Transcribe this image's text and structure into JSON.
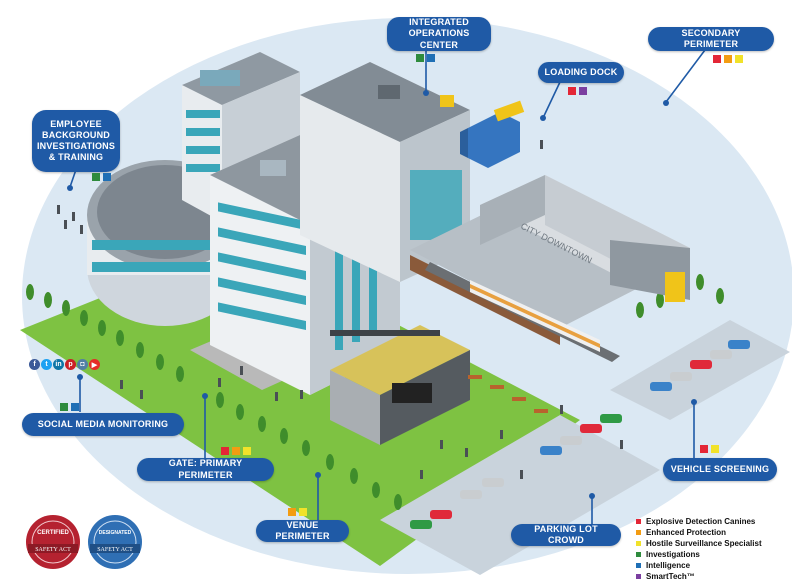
{
  "callouts": {
    "integrated_operations": "INTEGRATED\nOPERATIONS CENTER",
    "secondary_perimeter": "SECONDARY PERIMETER",
    "loading_dock": "LOADING DOCK",
    "employee_background": "EMPLOYEE\nBACKGROUND\nINVESTIGATIONS\n& TRAINING",
    "social_media": "SOCIAL MEDIA MONITORING",
    "gate": "GATE: PRIMARY PERIMETER",
    "venue_perimeter": "VENUE PERIMETER",
    "parking_lot": "PARKING LOT CROWD",
    "vehicle_screening": "VEHICLE SCREENING"
  },
  "legend": [
    {
      "label": "Explosive Detection Canines",
      "color": "#e32636"
    },
    {
      "label": "Enhanced Protection",
      "color": "#f39c12"
    },
    {
      "label": "Hostile Surveillance Specialist",
      "color": "#f1e22a"
    },
    {
      "label": "Investigations",
      "color": "#2e8b3d"
    },
    {
      "label": "Intelligence",
      "color": "#1f6fb5"
    },
    {
      "label": "SmartTech™",
      "color": "#7b3fa0"
    }
  ],
  "social_icons": [
    {
      "name": "facebook-icon",
      "glyph": "f",
      "color": "#3b5998"
    },
    {
      "name": "twitter-icon",
      "glyph": "t",
      "color": "#1da1f2"
    },
    {
      "name": "linkedin-icon",
      "glyph": "in",
      "color": "#0e76a8"
    },
    {
      "name": "pinterest-icon",
      "glyph": "p",
      "color": "#cb2027"
    },
    {
      "name": "instagram-icon",
      "glyph": "◘",
      "color": "#517fa4"
    },
    {
      "name": "youtube-icon",
      "glyph": "▶",
      "color": "#e52d27"
    }
  ],
  "building_sign": "CITY DOWNTOWN",
  "seals": {
    "left": {
      "top": "CERTIFIED",
      "bottom": "SAFETY ACT"
    },
    "right": {
      "top": "DESIGNATED",
      "bottom": "SAFETY ACT"
    }
  },
  "colors": {
    "callout": "#1f5aa6",
    "ground": "#d7e6f2",
    "grass": "#7dc142",
    "building_teal": "#3aa6b9"
  }
}
